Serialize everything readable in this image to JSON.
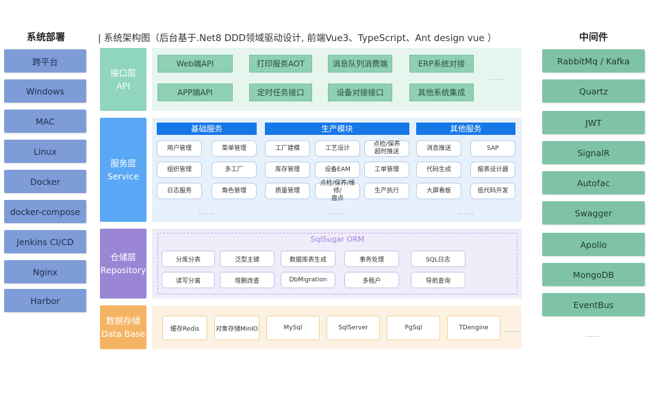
{
  "headers": {
    "deploy": "系统部署",
    "middleware": "中间件"
  },
  "title": "| 系统架构图（后台基于.Net8 DDD领域驱动设计, 前端Vue3、TypeScript、Ant design  vue ）",
  "deploy": [
    "跨平台",
    "Windows",
    "MAC",
    "Linux",
    "Docker",
    "docker-compose",
    "Jenkins CI/CD",
    "Nginx",
    "Harbor"
  ],
  "middleware": [
    "RabbitMq / Kafka",
    "Quartz",
    "JWT",
    "SignalR",
    "Autofac",
    "Swagger",
    "Apollo",
    "MongoDB",
    "EventBus"
  ],
  "middleware_more": "......",
  "layers": {
    "api": {
      "cn": "接口层",
      "en": "API"
    },
    "service": {
      "cn": "服务层",
      "en": "Service"
    },
    "repository": {
      "cn": "仓储层",
      "en": "Repository"
    },
    "database": {
      "cn": "数据存储",
      "en": "Data Base"
    }
  },
  "api": {
    "row1": [
      "Web端API",
      "打印服务AOT",
      "消息队列消费端",
      "ERP系统对接"
    ],
    "row2": [
      "APP端API",
      "定时任务接口",
      "设备对接接口",
      "其他系统集成"
    ],
    "more": "......"
  },
  "service": {
    "groups": [
      {
        "title": "基础服务",
        "items": [
          "用户管理",
          "菜单管理",
          "组织管理",
          "多工厂",
          "日志服务",
          "角色管理"
        ],
        "more": "......"
      },
      {
        "title": "生产模块",
        "items": [
          "工厂建模",
          "工艺设计",
          "点检/保养\n超时推送",
          "库存管理",
          "设备EAM",
          "工单管理",
          "质量管理",
          "点检/保养/维修/\n盘点",
          "生产执行"
        ],
        "more": "......"
      },
      {
        "title": "其他服务",
        "items": [
          "消息推送",
          "SAP",
          "代码生成",
          "报表设计器",
          "大屏看板",
          "低代码开发"
        ],
        "more": "......"
      }
    ]
  },
  "repository": {
    "orm": "SqlSugar ORM",
    "row1": [
      "分库分表",
      "泛型主键",
      "数据库表生成",
      "事务处理",
      "SQL日志"
    ],
    "row2": [
      "读写分离",
      "增删改查",
      "DbMigration",
      "多租户",
      "导航查询"
    ]
  },
  "database": {
    "items": [
      "缓存Redis",
      "对象存储MinIO",
      "MySql",
      "SqlServer",
      "PgSql",
      "TDengine"
    ],
    "more": "......"
  },
  "colors": {
    "deploy_box": "#7e9cd8",
    "middleware_box": "#7fc3a7",
    "api_layer": "#8fd6bd",
    "service_layer": "#5aa8f5",
    "repository_layer": "#9b86d6",
    "database_layer": "#f5b463",
    "group_header": "#1677e6"
  }
}
